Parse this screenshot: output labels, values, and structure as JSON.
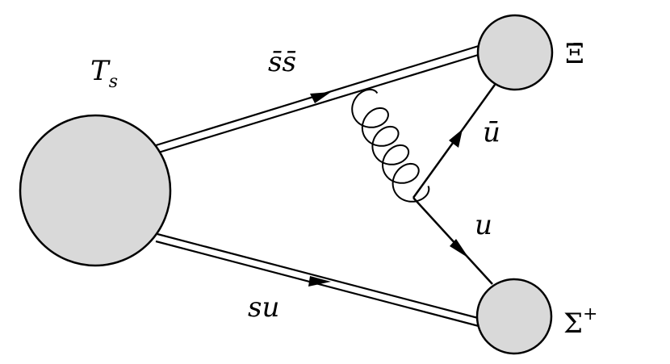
{
  "labels": {
    "tetraquark": "T",
    "tetraquark_sub": "s",
    "upper_pair": "s̄s̄",
    "lower_pair": "su",
    "antiquark": "ū",
    "quark": "u",
    "baryon_upper": "Ξ̄",
    "baryon_lower": "Σ",
    "baryon_lower_sup": "+"
  },
  "colors": {
    "blob_fill": "#d9d9d9",
    "stroke": "#000000"
  }
}
